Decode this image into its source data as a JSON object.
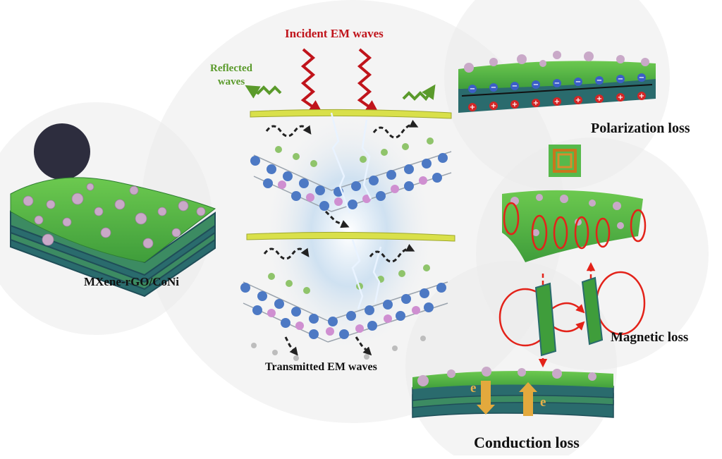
{
  "labels": {
    "incident": "Incident EM waves",
    "reflected": "Reflected waves",
    "transmitted": "Transmitted EM waves",
    "material": "MXene-rGO/CoNi",
    "polarization": "Polarization loss",
    "magnetic": "Magnetic loss",
    "conduction": "Conduction  loss",
    "electron_left": "e",
    "electron_right": "e"
  },
  "colors": {
    "incident_wave": "#c0141b",
    "reflected_wave": "#5a9a2b",
    "sheet_green": "#56b945",
    "sheet_edge": "#2a6b6d",
    "particle": "#c9a9c8",
    "atom_blue": "#4d79c4",
    "atom_pink": "#cf8fd1",
    "field_line": "#e32219",
    "electron_arrow": "#e3a93d"
  },
  "icons": [
    "wavy-arrow-icon",
    "lightning-icon",
    "magnetic-field-loop-icon",
    "dipole-plus-icon",
    "dipole-minus-icon",
    "electron-arrow-icon"
  ]
}
